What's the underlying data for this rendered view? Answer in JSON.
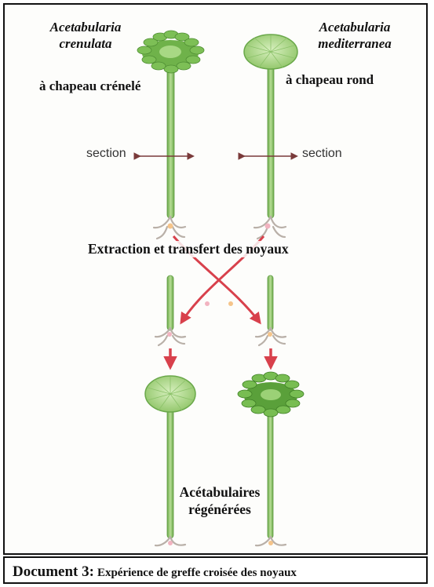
{
  "species": {
    "left": {
      "genus": "Acetabularia",
      "name": "crenulata",
      "cap": "à chapeau crénelé"
    },
    "right": {
      "genus": "Acetabularia",
      "name": "mediterranea",
      "cap": "à chapeau rond"
    }
  },
  "section_label": "section",
  "transfer_label": "Extraction et transfert des noyaux",
  "regenerated_label": [
    "Acétabulaires",
    "régénérées"
  ],
  "caption": {
    "doc": "Document 3:",
    "text": "Expérience de greffe croisée des noyaux"
  },
  "colors": {
    "stalk": "#8cbf62",
    "cap": "#9fd07a",
    "arrow": "#d8414c",
    "section_arrow": "#7a3a3a",
    "nucleus_pink": "#f2b3c0",
    "nucleus_orange": "#f5c48a"
  }
}
